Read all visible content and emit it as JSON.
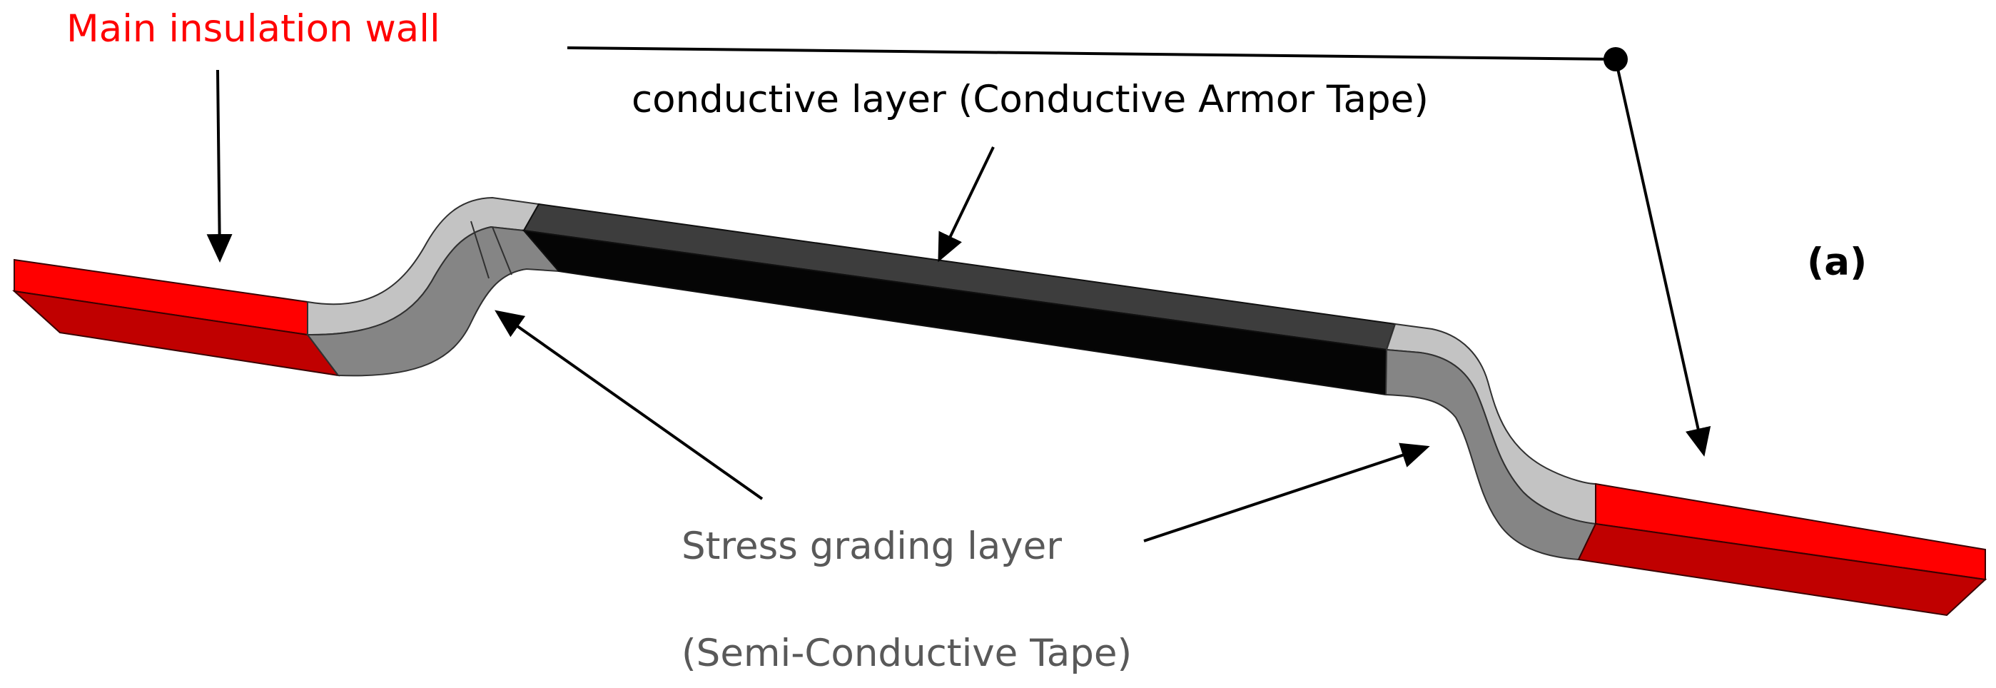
{
  "labels": {
    "main_insulation": "Main insulation wall",
    "conductive_layer": "conductive layer (Conductive Armor Tape)",
    "panel": "(a)",
    "stress_grading": "Stress grading layer",
    "semi_conductive": "(Semi-Conductive Tape)"
  },
  "colors": {
    "insulation_top": "#ff0000",
    "insulation_side": "#c00000",
    "conductive_top": "#3d3d3d",
    "conductive_side": "#050505",
    "grading_top": "#c3c3c3",
    "grading_side": "#858585",
    "main_label": "#ff0000",
    "grading_label": "#595959",
    "arrow": "#000000"
  }
}
